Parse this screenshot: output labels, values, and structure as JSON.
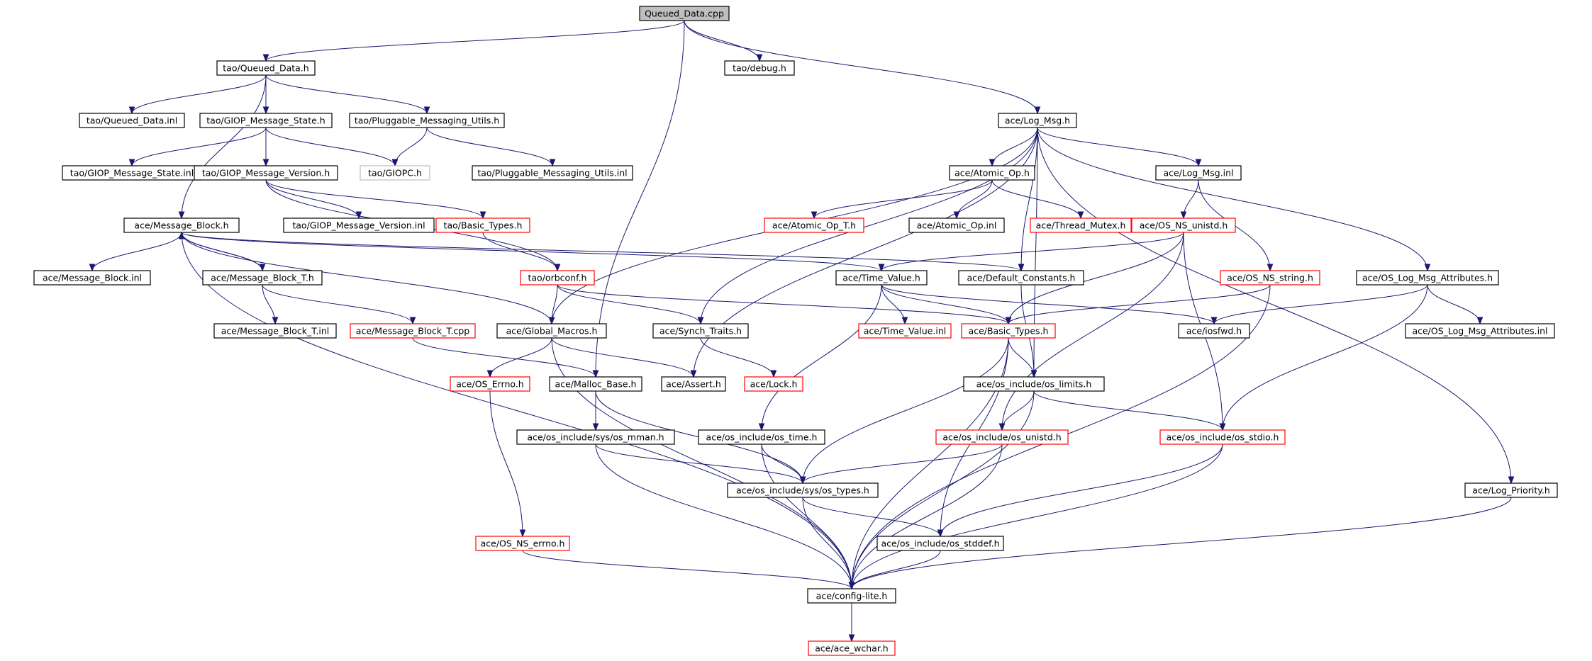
{
  "colors": {
    "edge": "#191970",
    "border": {
      "normal": "#000000",
      "missing": "#ff0000",
      "root": "#000000",
      "grey": "#bfbfbf"
    },
    "fill": {
      "normal": "#ffffff",
      "root": "#bfbfbf"
    }
  },
  "nodes": [
    {
      "id": "queued_data_cpp",
      "label": "Queued_Data.cpp",
      "style": "root"
    },
    {
      "id": "tao_queued_data_h",
      "label": "tao/Queued_Data.h",
      "style": "normal"
    },
    {
      "id": "tao_debug_h",
      "label": "tao/debug.h",
      "style": "normal"
    },
    {
      "id": "tao_queued_data_inl",
      "label": "tao/Queued_Data.inl",
      "style": "normal"
    },
    {
      "id": "tao_giop_message_state_h",
      "label": "tao/GIOP_Message_State.h",
      "style": "normal"
    },
    {
      "id": "tao_pluggable_messaging_utils_h",
      "label": "tao/Pluggable_Messaging_Utils.h",
      "style": "normal"
    },
    {
      "id": "ace_log_msg_h",
      "label": "ace/Log_Msg.h",
      "style": "normal"
    },
    {
      "id": "tao_giop_message_state_inl",
      "label": "tao/GIOP_Message_State.inl",
      "style": "normal"
    },
    {
      "id": "tao_giop_message_version_h",
      "label": "tao/GIOP_Message_Version.h",
      "style": "normal"
    },
    {
      "id": "tao_giopc_h",
      "label": "tao/GIOPC.h",
      "style": "grey"
    },
    {
      "id": "tao_pluggable_messaging_utils_inl",
      "label": "tao/Pluggable_Messaging_Utils.inl",
      "style": "normal"
    },
    {
      "id": "ace_atomic_op_h",
      "label": "ace/Atomic_Op.h",
      "style": "normal"
    },
    {
      "id": "ace_log_msg_inl",
      "label": "ace/Log_Msg.inl",
      "style": "normal"
    },
    {
      "id": "ace_message_block_h",
      "label": "ace/Message_Block.h",
      "style": "normal"
    },
    {
      "id": "tao_giop_message_version_inl",
      "label": "tao/GIOP_Message_Version.inl",
      "style": "normal"
    },
    {
      "id": "tao_basic_types_h",
      "label": "tao/Basic_Types.h",
      "style": "missing"
    },
    {
      "id": "ace_atomic_op_t_h",
      "label": "ace/Atomic_Op_T.h",
      "style": "missing"
    },
    {
      "id": "ace_atomic_op_inl",
      "label": "ace/Atomic_Op.inl",
      "style": "normal"
    },
    {
      "id": "ace_thread_mutex_h",
      "label": "ace/Thread_Mutex.h",
      "style": "missing"
    },
    {
      "id": "ace_os_ns_unistd_h",
      "label": "ace/OS_NS_unistd.h",
      "style": "missing"
    },
    {
      "id": "ace_message_block_inl",
      "label": "ace/Message_Block.inl",
      "style": "normal"
    },
    {
      "id": "ace_message_block_t_h",
      "label": "ace/Message_Block_T.h",
      "style": "normal"
    },
    {
      "id": "tao_orbconf_h",
      "label": "tao/orbconf.h",
      "style": "missing"
    },
    {
      "id": "ace_time_value_h",
      "label": "ace/Time_Value.h",
      "style": "normal"
    },
    {
      "id": "ace_default_constants_h",
      "label": "ace/Default_Constants.h",
      "style": "normal"
    },
    {
      "id": "ace_os_ns_string_h",
      "label": "ace/OS_NS_string.h",
      "style": "missing"
    },
    {
      "id": "ace_os_log_msg_attributes_h",
      "label": "ace/OS_Log_Msg_Attributes.h",
      "style": "normal"
    },
    {
      "id": "ace_message_block_t_inl",
      "label": "ace/Message_Block_T.inl",
      "style": "normal"
    },
    {
      "id": "ace_message_block_t_cpp",
      "label": "ace/Message_Block_T.cpp",
      "style": "missing"
    },
    {
      "id": "ace_global_macros_h",
      "label": "ace/Global_Macros.h",
      "style": "normal"
    },
    {
      "id": "ace_synch_traits_h",
      "label": "ace/Synch_Traits.h",
      "style": "normal"
    },
    {
      "id": "ace_time_value_inl",
      "label": "ace/Time_Value.inl",
      "style": "missing"
    },
    {
      "id": "ace_basic_types_h",
      "label": "ace/Basic_Types.h",
      "style": "missing"
    },
    {
      "id": "ace_iosfwd_h",
      "label": "ace/iosfwd.h",
      "style": "normal"
    },
    {
      "id": "ace_os_log_msg_attributes_inl",
      "label": "ace/OS_Log_Msg_Attributes.inl",
      "style": "normal"
    },
    {
      "id": "ace_os_errno_h",
      "label": "ace/OS_Errno.h",
      "style": "missing"
    },
    {
      "id": "ace_malloc_base_h",
      "label": "ace/Malloc_Base.h",
      "style": "normal"
    },
    {
      "id": "ace_assert_h",
      "label": "ace/Assert.h",
      "style": "normal"
    },
    {
      "id": "ace_lock_h",
      "label": "ace/Lock.h",
      "style": "missing"
    },
    {
      "id": "ace_os_include_os_limits_h",
      "label": "ace/os_include/os_limits.h",
      "style": "normal"
    },
    {
      "id": "ace_os_include_sys_os_mman_h",
      "label": "ace/os_include/sys/os_mman.h",
      "style": "normal"
    },
    {
      "id": "ace_os_include_os_time_h",
      "label": "ace/os_include/os_time.h",
      "style": "normal"
    },
    {
      "id": "ace_os_include_os_unistd_h",
      "label": "ace/os_include/os_unistd.h",
      "style": "missing"
    },
    {
      "id": "ace_os_include_os_stdio_h",
      "label": "ace/os_include/os_stdio.h",
      "style": "missing"
    },
    {
      "id": "ace_os_include_sys_os_types_h",
      "label": "ace/os_include/sys/os_types.h",
      "style": "normal"
    },
    {
      "id": "ace_log_priority_h",
      "label": "ace/Log_Priority.h",
      "style": "normal"
    },
    {
      "id": "ace_os_ns_errno_h",
      "label": "ace/OS_NS_errno.h",
      "style": "missing"
    },
    {
      "id": "ace_os_include_os_stddef_h",
      "label": "ace/os_include/os_stddef.h",
      "style": "normal"
    },
    {
      "id": "ace_config_lite_h",
      "label": "ace/config-lite.h",
      "style": "normal"
    },
    {
      "id": "ace_ace_wchar_h",
      "label": "ace/ace_wchar.h",
      "style": "missing"
    }
  ],
  "edges": [
    [
      "queued_data_cpp",
      "tao_queued_data_h"
    ],
    [
      "queued_data_cpp",
      "tao_debug_h"
    ],
    [
      "queued_data_cpp",
      "ace_log_msg_h"
    ],
    [
      "queued_data_cpp",
      "ace_malloc_base_h"
    ],
    [
      "tao_queued_data_h",
      "tao_queued_data_inl"
    ],
    [
      "tao_queued_data_h",
      "tao_giop_message_state_h"
    ],
    [
      "tao_queued_data_h",
      "tao_pluggable_messaging_utils_h"
    ],
    [
      "tao_queued_data_h",
      "ace_message_block_h"
    ],
    [
      "tao_giop_message_state_h",
      "tao_giop_message_state_inl"
    ],
    [
      "tao_giop_message_state_h",
      "tao_giop_message_version_h"
    ],
    [
      "tao_giop_message_state_h",
      "tao_giopc_h"
    ],
    [
      "tao_pluggable_messaging_utils_h",
      "tao_giopc_h"
    ],
    [
      "tao_pluggable_messaging_utils_h",
      "tao_pluggable_messaging_utils_inl"
    ],
    [
      "tao_giop_message_version_h",
      "tao_giop_message_version_inl"
    ],
    [
      "tao_giop_message_version_h",
      "tao_basic_types_h"
    ],
    [
      "tao_giop_message_version_h",
      "tao_orbconf_h"
    ],
    [
      "tao_basic_types_h",
      "tao_orbconf_h"
    ],
    [
      "tao_orbconf_h",
      "ace_global_macros_h"
    ],
    [
      "tao_orbconf_h",
      "ace_synch_traits_h"
    ],
    [
      "tao_orbconf_h",
      "ace_basic_types_h"
    ],
    [
      "ace_log_msg_h",
      "ace_atomic_op_h"
    ],
    [
      "ace_log_msg_h",
      "ace_log_msg_inl"
    ],
    [
      "ace_log_msg_h",
      "ace_global_macros_h"
    ],
    [
      "ace_log_msg_h",
      "ace_synch_traits_h"
    ],
    [
      "ace_log_msg_h",
      "ace_default_constants_h"
    ],
    [
      "ace_log_msg_h",
      "ace_assert_h"
    ],
    [
      "ace_log_msg_h",
      "ace_os_include_os_limits_h"
    ],
    [
      "ace_log_msg_h",
      "ace_os_log_msg_attributes_h"
    ],
    [
      "ace_log_msg_h",
      "ace_log_priority_h"
    ],
    [
      "ace_atomic_op_h",
      "ace_atomic_op_t_h"
    ],
    [
      "ace_atomic_op_h",
      "ace_atomic_op_inl"
    ],
    [
      "ace_atomic_op_h",
      "ace_thread_mutex_h"
    ],
    [
      "ace_log_msg_inl",
      "ace_os_ns_unistd_h"
    ],
    [
      "ace_log_msg_inl",
      "ace_os_ns_string_h"
    ],
    [
      "ace_os_ns_unistd_h",
      "ace_time_value_h"
    ],
    [
      "ace_os_ns_unistd_h",
      "ace_basic_types_h"
    ],
    [
      "ace_os_ns_unistd_h",
      "ace_os_include_os_unistd_h"
    ],
    [
      "ace_os_ns_unistd_h",
      "ace_os_include_os_stdio_h"
    ],
    [
      "ace_os_ns_string_h",
      "ace_basic_types_h"
    ],
    [
      "ace_os_ns_string_h",
      "ace_config_lite_h"
    ],
    [
      "ace_message_block_h",
      "ace_message_block_inl"
    ],
    [
      "ace_message_block_h",
      "ace_message_block_t_h"
    ],
    [
      "ace_message_block_h",
      "ace_global_macros_h"
    ],
    [
      "ace_message_block_h",
      "ace_time_value_h"
    ],
    [
      "ace_message_block_h",
      "ace_default_constants_h"
    ],
    [
      "ace_message_block_h",
      "ace_config_lite_h"
    ],
    [
      "ace_message_block_t_h",
      "ace_message_block_h"
    ],
    [
      "ace_message_block_t_h",
      "ace_message_block_t_inl"
    ],
    [
      "ace_message_block_t_h",
      "ace_message_block_t_cpp"
    ],
    [
      "ace_message_block_t_cpp",
      "ace_malloc_base_h"
    ],
    [
      "ace_time_value_h",
      "ace_time_value_inl"
    ],
    [
      "ace_time_value_h",
      "ace_basic_types_h"
    ],
    [
      "ace_time_value_h",
      "ace_iosfwd_h"
    ],
    [
      "ace_time_value_h",
      "ace_os_include_os_time_h"
    ],
    [
      "ace_default_constants_h",
      "ace_os_include_os_limits_h"
    ],
    [
      "ace_os_log_msg_attributes_h",
      "ace_iosfwd_h"
    ],
    [
      "ace_os_log_msg_attributes_h",
      "ace_os_log_msg_attributes_inl"
    ],
    [
      "ace_os_log_msg_attributes_h",
      "ace_os_include_os_stdio_h"
    ],
    [
      "ace_global_macros_h",
      "ace_os_errno_h"
    ],
    [
      "ace_global_macros_h",
      "ace_assert_h"
    ],
    [
      "ace_global_macros_h",
      "ace_config_lite_h"
    ],
    [
      "ace_synch_traits_h",
      "ace_lock_h"
    ],
    [
      "ace_basic_types_h",
      "ace_os_include_os_limits_h"
    ],
    [
      "ace_basic_types_h",
      "ace_os_include_sys_os_types_h"
    ],
    [
      "ace_basic_types_h",
      "ace_os_include_os_stddef_h"
    ],
    [
      "ace_basic_types_h",
      "ace_config_lite_h"
    ],
    [
      "ace_os_errno_h",
      "ace_os_ns_errno_h"
    ],
    [
      "ace_malloc_base_h",
      "ace_os_include_sys_os_mman_h"
    ],
    [
      "ace_malloc_base_h",
      "ace_os_include_sys_os_types_h"
    ],
    [
      "ace_os_include_os_limits_h",
      "ace_os_include_os_unistd_h"
    ],
    [
      "ace_os_include_os_limits_h",
      "ace_os_include_os_stdio_h"
    ],
    [
      "ace_os_include_os_limits_h",
      "ace_config_lite_h"
    ],
    [
      "ace_os_include_sys_os_mman_h",
      "ace_os_include_sys_os_types_h"
    ],
    [
      "ace_os_include_sys_os_mman_h",
      "ace_config_lite_h"
    ],
    [
      "ace_os_include_os_time_h",
      "ace_os_include_sys_os_types_h"
    ],
    [
      "ace_os_include_os_time_h",
      "ace_config_lite_h"
    ],
    [
      "ace_os_include_os_unistd_h",
      "ace_os_include_sys_os_types_h"
    ],
    [
      "ace_os_include_os_unistd_h",
      "ace_config_lite_h"
    ],
    [
      "ace_os_include_os_stdio_h",
      "ace_os_include_os_stddef_h"
    ],
    [
      "ace_os_include_os_stdio_h",
      "ace_config_lite_h"
    ],
    [
      "ace_os_include_sys_os_types_h",
      "ace_os_include_os_stddef_h"
    ],
    [
      "ace_os_include_sys_os_types_h",
      "ace_config_lite_h"
    ],
    [
      "ace_os_include_os_stddef_h",
      "ace_config_lite_h"
    ],
    [
      "ace_log_priority_h",
      "ace_config_lite_h"
    ],
    [
      "ace_os_ns_errno_h",
      "ace_config_lite_h"
    ],
    [
      "ace_config_lite_h",
      "ace_ace_wchar_h"
    ]
  ]
}
